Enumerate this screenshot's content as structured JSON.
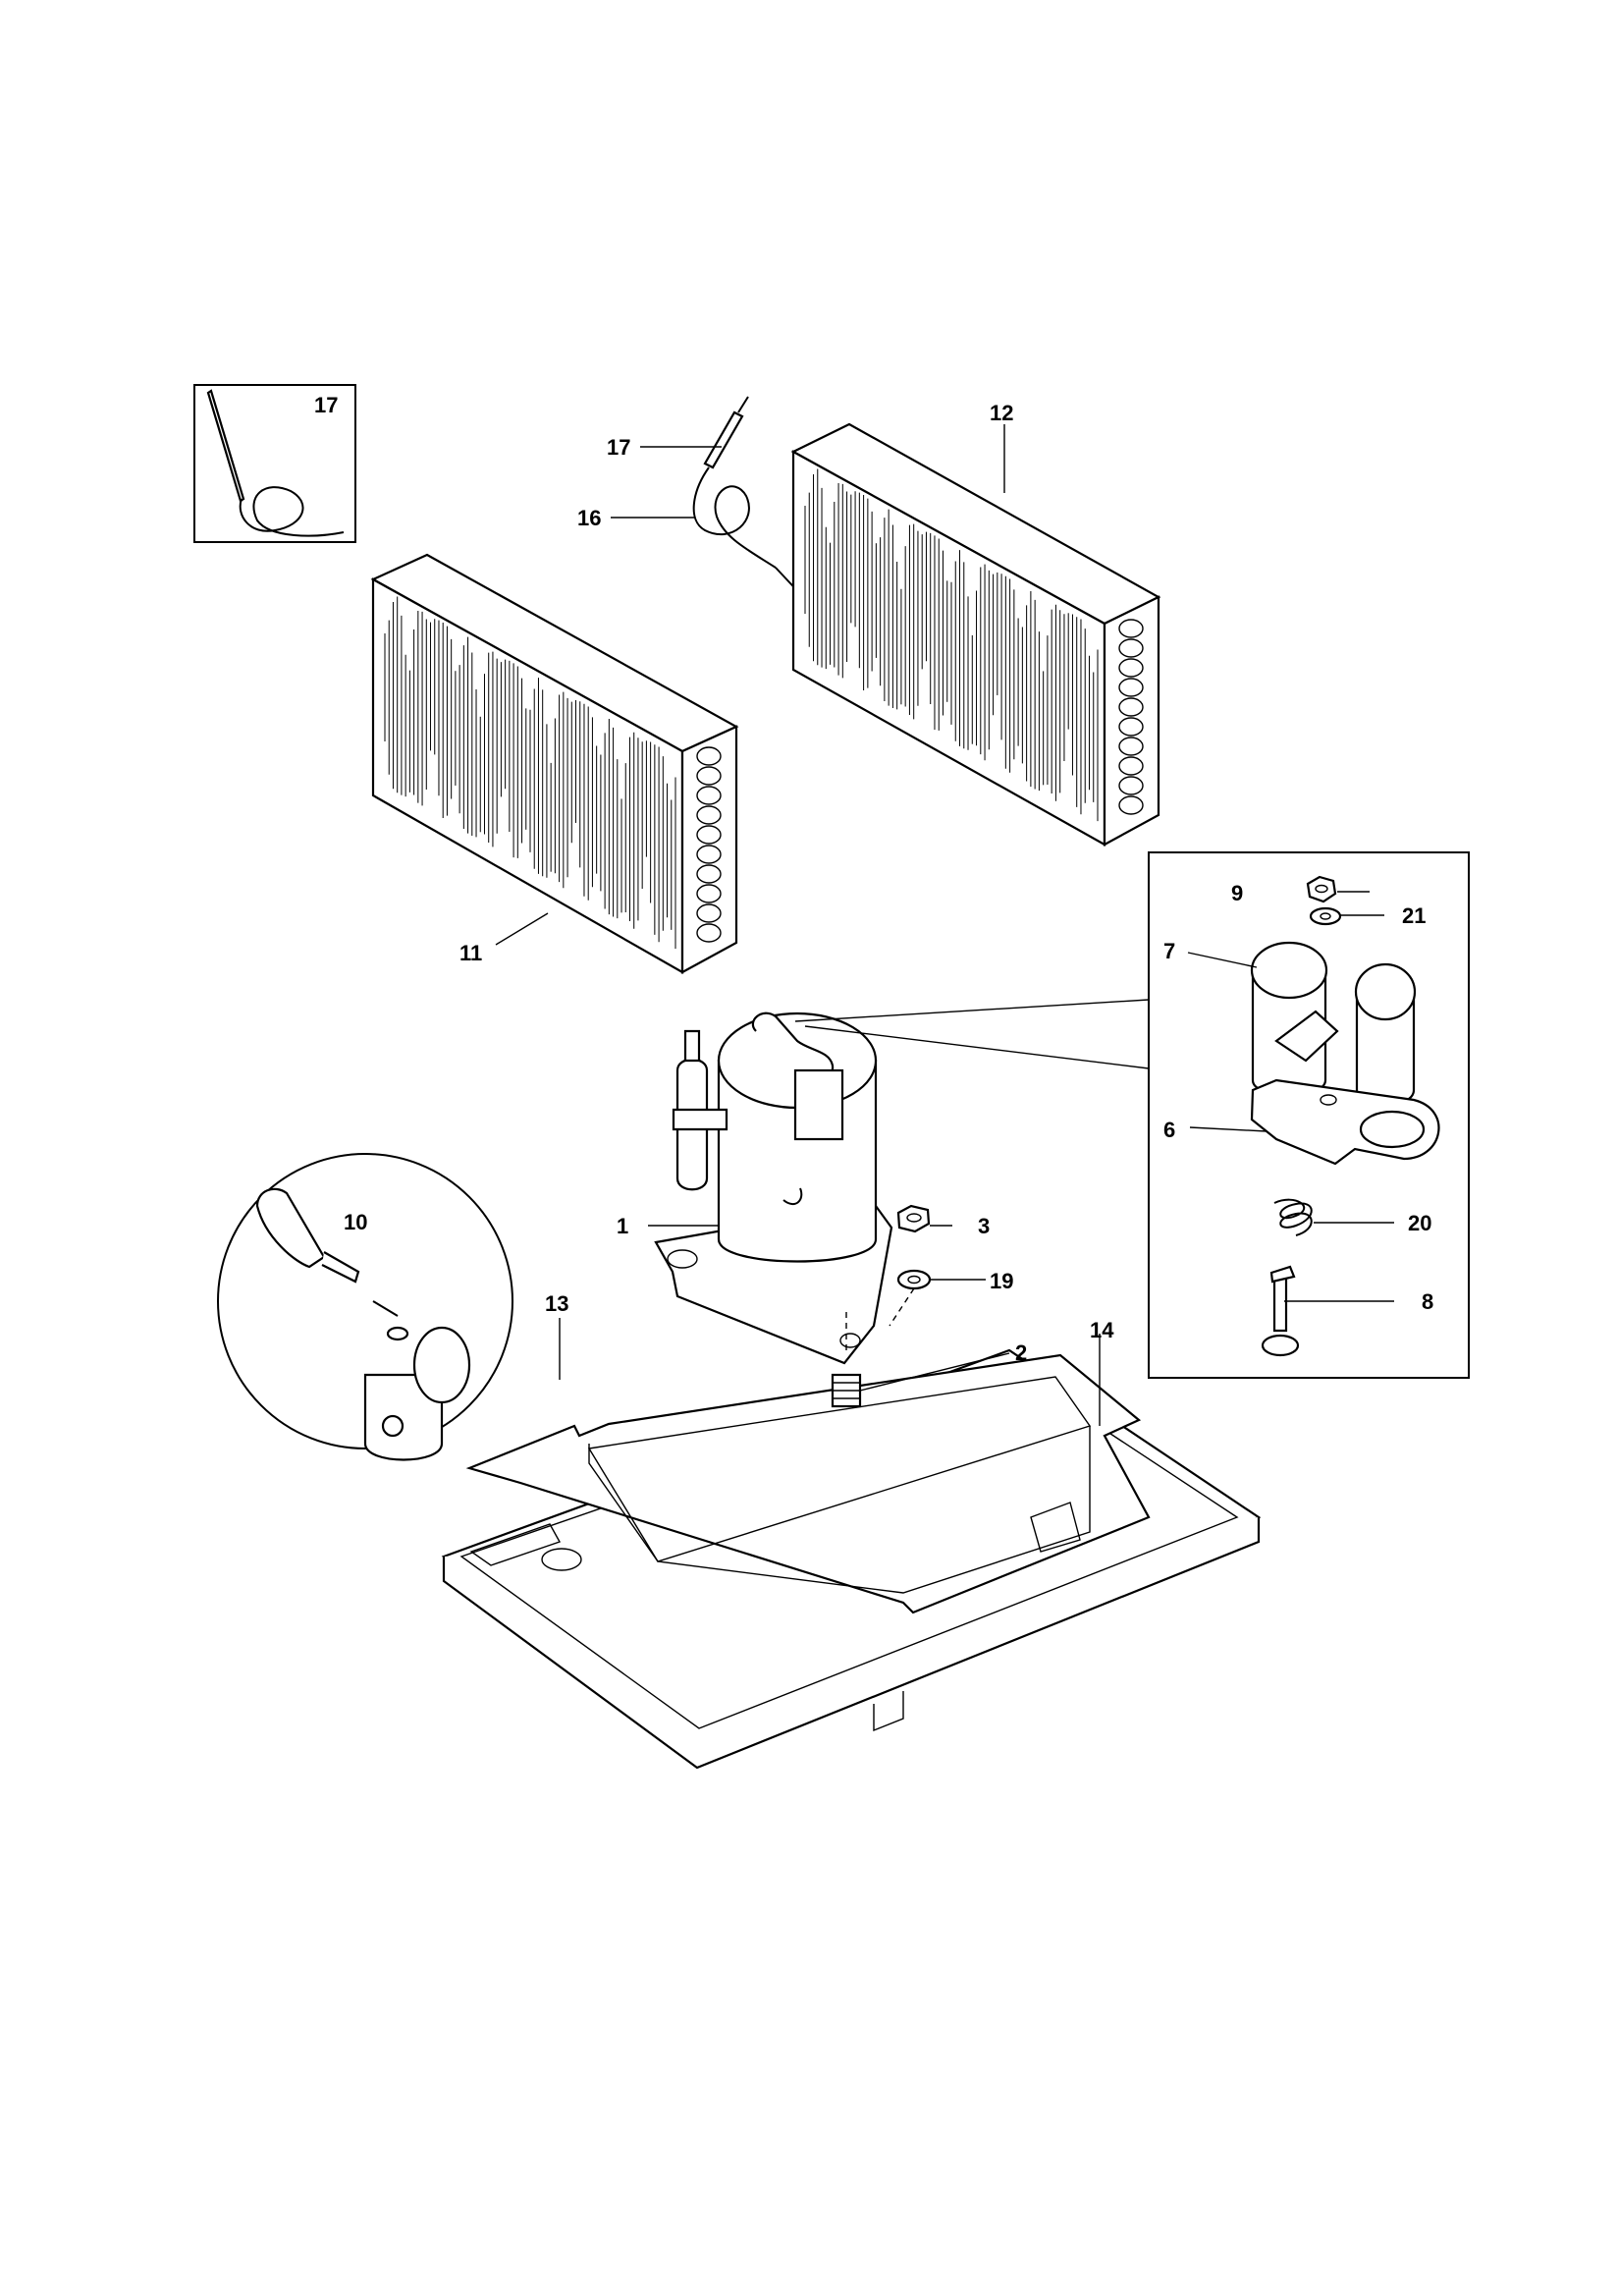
{
  "callouts": [
    {
      "id": "1",
      "text": "1"
    },
    {
      "id": "2",
      "text": "2"
    },
    {
      "id": "3",
      "text": "3"
    },
    {
      "id": "6",
      "text": "6"
    },
    {
      "id": "7",
      "text": "7"
    },
    {
      "id": "8",
      "text": "8"
    },
    {
      "id": "9",
      "text": "9"
    },
    {
      "id": "10",
      "text": "10"
    },
    {
      "id": "11",
      "text": "11"
    },
    {
      "id": "12",
      "text": "12"
    },
    {
      "id": "13",
      "text": "13"
    },
    {
      "id": "14",
      "text": "14"
    },
    {
      "id": "16",
      "text": "16"
    },
    {
      "id": "17a",
      "text": "17"
    },
    {
      "id": "17b",
      "text": "17"
    },
    {
      "id": "19",
      "text": "19"
    },
    {
      "id": "20",
      "text": "20"
    },
    {
      "id": "21",
      "text": "21"
    }
  ]
}
